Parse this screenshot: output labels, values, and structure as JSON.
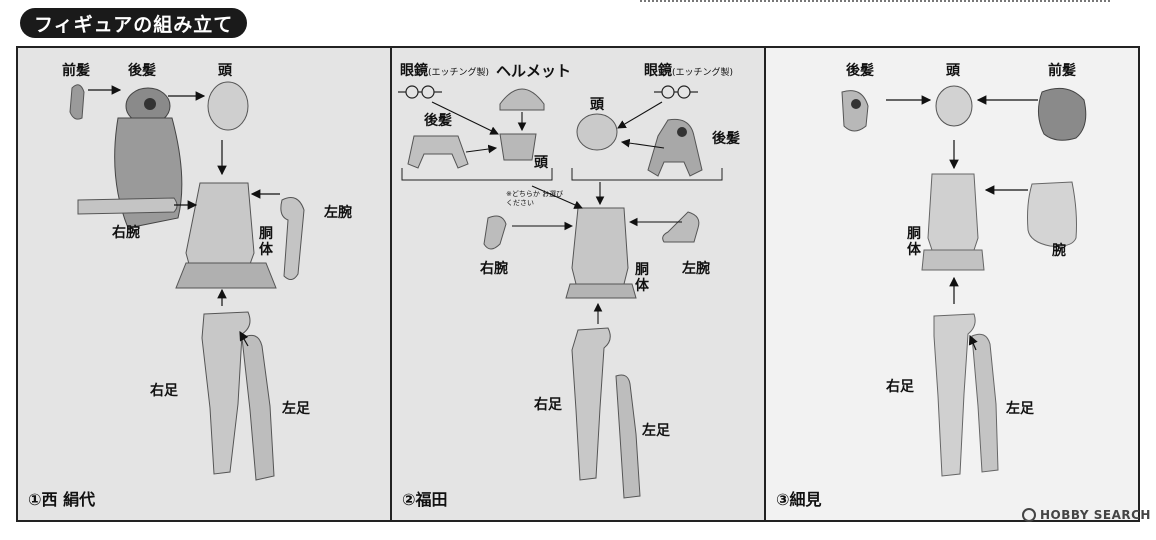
{
  "section_title": "フィギュアの組み立て",
  "panels": [
    {
      "caption": "①西 絹代",
      "labels": {
        "front_hair": "前髪",
        "back_hair": "後髪",
        "head": "頭",
        "right_arm": "右腕",
        "left_arm": "左腕",
        "torso": "胴体",
        "right_leg": "右足",
        "left_leg": "左足"
      }
    },
    {
      "caption": "②福田",
      "labels": {
        "glasses_left": "眼鏡",
        "glasses_left_note": "(エッチング製)",
        "helmet": "ヘルメット",
        "glasses_right": "眼鏡",
        "glasses_right_note": "(エッチング製)",
        "back_hair_left": "後髪",
        "head_left": "頭",
        "head_right": "頭",
        "back_hair_right": "後髪",
        "choice_note": "※どちらか お選びください",
        "right_arm": "右腕",
        "left_arm": "左腕",
        "torso": "胴体",
        "right_leg": "右足",
        "left_leg": "左足"
      }
    },
    {
      "caption": "③細見",
      "labels": {
        "back_hair": "後髪",
        "head": "頭",
        "front_hair": "前髪",
        "torso": "胴体",
        "arms": "腕",
        "right_leg": "右足",
        "left_leg": "左足"
      }
    }
  ],
  "watermark": "HOBBY SEARCH"
}
